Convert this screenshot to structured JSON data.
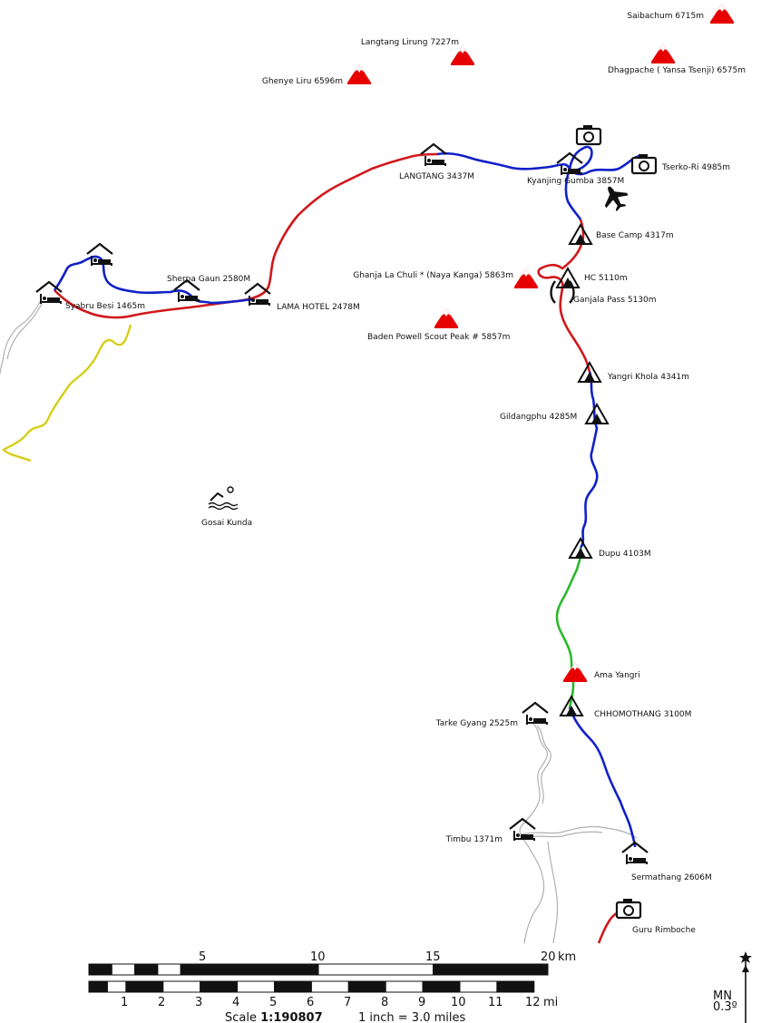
{
  "labels": {
    "peaks": {
      "saibachum": "Saibachum 6715m",
      "langtang_lirung": "Langtang Lirung 7227m",
      "dhagpache": "Dhagpache ( Yansa Tsenji) 6575m",
      "ghenye_liru": "Ghenye Liru 6596m",
      "ghanja_la_chuli": "Ghanja La Chuli * (Naya Kanga) 5863m",
      "baden_powell": "Baden Powell Scout Peak # 5857m",
      "ama_yangri": "Ama Yangri"
    },
    "lodges": {
      "langtang": "LANGTANG 3437M",
      "kyanjing": "Kyanjing Gumba 3857M",
      "sherpa_gaun": "Sherpa Gaun 2580M",
      "syabru_besi": "Syabru Besi 1465m",
      "lama_hotel": "LAMA HOTEL 2478M",
      "tarke_gyang": "Tarke Gyang 2525m",
      "timbu": "Timbu 1371m",
      "sermathang": "Sermathang 2606M"
    },
    "camps": {
      "base_camp": "Base Camp 4317m",
      "hc": "HC 5110m",
      "yangri_khola": "Yangri Khola 4341m",
      "gildangphu": "Gildangphu 4285M",
      "dupu": "Dupu 4103M",
      "chhomothang": "CHHOMOTHANG 3100M"
    },
    "viewpoints": {
      "tserko_ri": "Tserko-Ri 4985m",
      "guru_rimboche": "Guru Rimboche"
    },
    "pass": {
      "ganjala": "Ganjala Pass 5130m"
    },
    "lake": {
      "gosai_kunda": "Gosai Kunda"
    }
  },
  "scale_bar": {
    "km_ticks": [
      "5",
      "10",
      "15",
      "20"
    ],
    "km_unit": "km",
    "mi_ticks": [
      "1",
      "2",
      "3",
      "4",
      "5",
      "6",
      "7",
      "8",
      "9",
      "10",
      "11",
      "12"
    ],
    "mi_unit": "mi",
    "scale_prefix": "Scale ",
    "scale_value": "1:190807",
    "inch_text": "1 inch = 3.0 miles"
  },
  "north": {
    "mn_label": "MN",
    "declination": "0.3º"
  },
  "colors": {
    "route_red": "#d0181c",
    "route_blue": "#1020c8",
    "route_green": "#2cb82c",
    "route_yellow": "#e8e020",
    "road_gray": "#b8b8b8",
    "peak_red": "#e60000"
  }
}
